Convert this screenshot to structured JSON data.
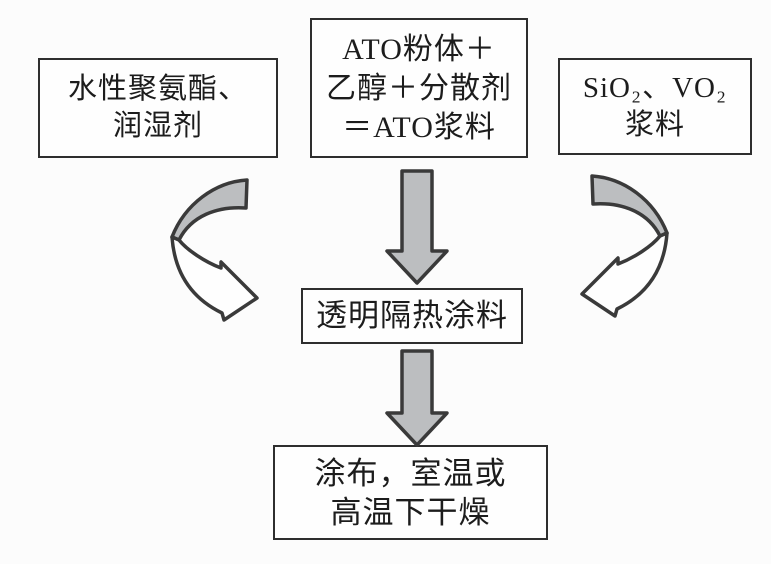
{
  "figure": {
    "type": "flowchart",
    "title": ""
  },
  "boxes": {
    "binder": {
      "line1": "水性聚氨酯、",
      "line2": "润湿剂"
    },
    "ato": {
      "line1": "ATO粉体＋",
      "line2": "乙醇＋分散剂",
      "line3": "＝ATO浆料"
    },
    "oxide": {
      "line1": "SiO₂、VO₂",
      "line2": "浆料"
    },
    "coating": {
      "line1": "透明隔热涂料"
    },
    "drying": {
      "line1": "涂布，室温或",
      "line2": "高温下干燥"
    }
  },
  "arrows": [
    {
      "name": "curved-down-right-arrow",
      "from": "binder",
      "to": "coating"
    },
    {
      "name": "block-down-arrow",
      "from": "ato",
      "to": "coating"
    },
    {
      "name": "curved-down-left-arrow",
      "from": "oxide",
      "to": "coating"
    },
    {
      "name": "block-down-arrow",
      "from": "coating",
      "to": "drying"
    }
  ],
  "colors": {
    "background": "#fcfcfc",
    "box_fill": "#fefefe",
    "box_border": "#2e2e2e",
    "text": "#1c1c1c",
    "arrow_fill": "#bcbec0",
    "arrow_outline": "#3a3a3a"
  }
}
